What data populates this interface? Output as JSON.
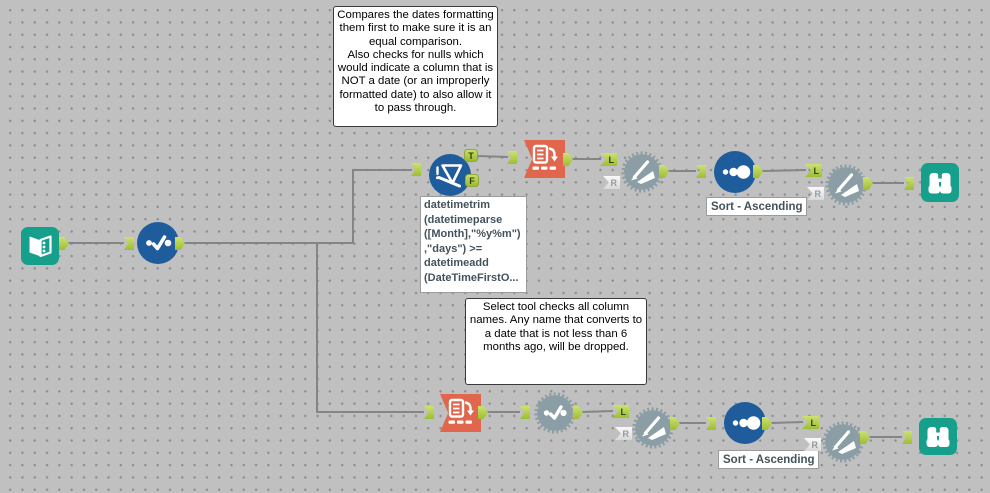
{
  "app": "Alteryx workflow canvas",
  "comments": {
    "top": "Compares the dates formatting them first to make sure it is an equal comparison.\nAlso checks for nulls which would indicate a column that is NOT a date (or an improperly formatted date) to also allow it to pass through.",
    "bottom": "Select tool checks all column names. Any name that converts to a date that is not less than 6 months ago, will be dropped."
  },
  "annotations": {
    "filter_expression": "datetimetrim (datetimeparse ([Month],\"%y%m\"),\"days\") >= datetimeadd (DateTimeFirstO...",
    "sort_top": "Sort - Ascending",
    "sort_bottom": "Sort - Ascending"
  },
  "anchor_labels": {
    "true": "T",
    "false": "F",
    "left": "L",
    "right": "R"
  },
  "icons": {
    "input_data": "open-book",
    "select": "dot-checkmark",
    "filter": "funnel-exclamation",
    "select_columns": "list-with-arrow",
    "test_macro": "gear-circle-writing-hand",
    "macro_select": "gear-circle-dot-checkmark",
    "sort": "three-growing-dots",
    "browse": "binoculars"
  },
  "colors": {
    "canvas_bg": "#c0c0c1",
    "grid_dot": "#8d8d8f",
    "wire": "#858587",
    "tool_blue": "#1e5c9b",
    "tool_teal": "#16a08c",
    "tool_salmon": "#e0664d",
    "tool_slate": "#8c9ea5",
    "anchor_green": "#9cbe33"
  }
}
